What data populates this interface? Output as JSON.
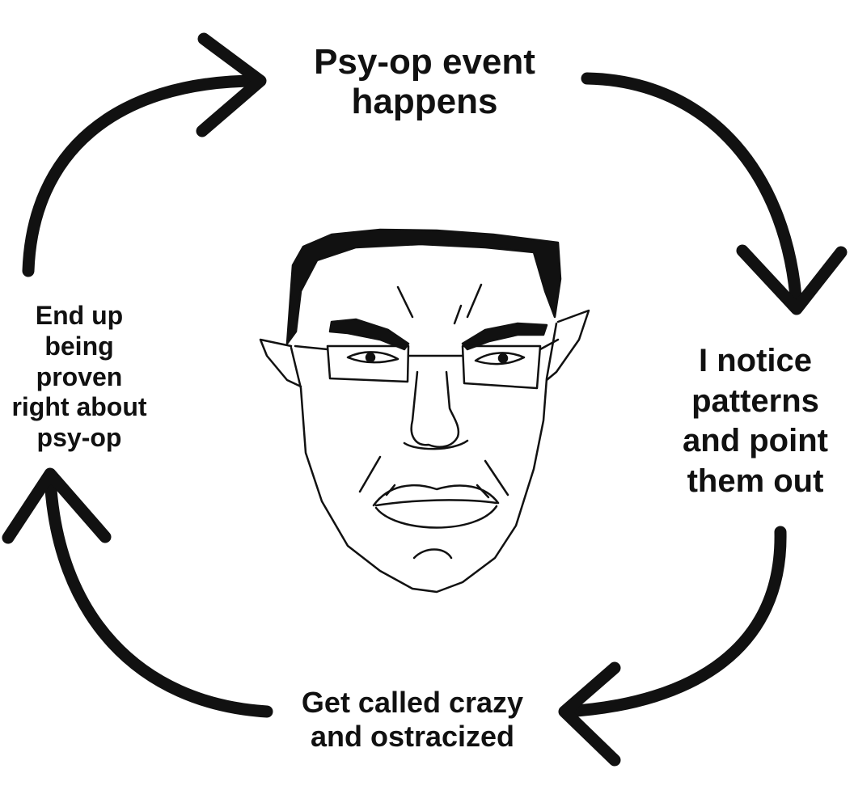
{
  "diagram": {
    "type": "cycle",
    "stroke_color": "#111111",
    "background_color": "#ffffff",
    "steps": [
      {
        "label": "Psy-op event\nhappens"
      },
      {
        "label": "I notice\npatterns\nand point\nthem out"
      },
      {
        "label": "Get called crazy\nand ostracized"
      },
      {
        "label": "End up\nbeing\nproven\nright about\npsy-op"
      }
    ],
    "center_image": "angry-glasses-face-drawing"
  }
}
